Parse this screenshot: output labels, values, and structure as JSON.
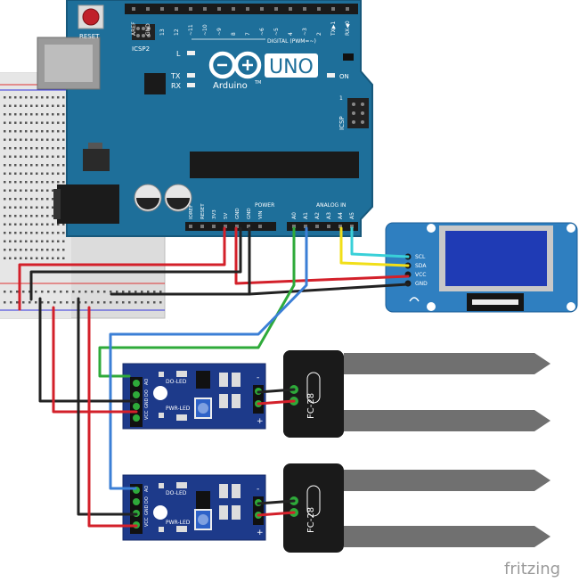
{
  "colors": {
    "board": "#1e6f9a",
    "board_dark": "#17587b",
    "module": "#1d3a8a",
    "oled_pcb": "#2f7fc0",
    "wire_red": "#d3202a",
    "wire_black": "#222222",
    "wire_green": "#2eaa3a",
    "wire_blue": "#3b7fd6",
    "wire_yellow": "#f1df19",
    "wire_cyan": "#39d0d8",
    "probe": "#707070"
  },
  "arduino": {
    "reset_label": "RESET",
    "icsp2_label": "ICSP2",
    "top_pins": [
      "AREF",
      "GND",
      "13",
      "12",
      "~11",
      "~10",
      "~9",
      "8",
      "7",
      "~6",
      "~5",
      "4",
      "~3",
      "2",
      "TX▶1",
      "RX◀0"
    ],
    "digital_label": "DIGITAL (PWM=~)",
    "l_label": "L",
    "tx_label": "TX",
    "rx_label": "RX",
    "uno_label": "UNO",
    "brand_label": "Arduino",
    "tm_label": "TM",
    "on_label": "ON",
    "icsp_label": "ICSP",
    "icsp_num": "1",
    "power_header": [
      "IOREF",
      "RESET",
      "3V3",
      "5V",
      "GND",
      "GND",
      "VIN"
    ],
    "power_label": "POWER",
    "analog_header": [
      "A0",
      "A1",
      "A2",
      "A3",
      "A4",
      "A5"
    ],
    "analog_label": "ANALOG IN"
  },
  "oled": {
    "pins": [
      "SCL",
      "SDA",
      "VCC",
      "GND"
    ]
  },
  "sensor_module_1": {
    "pins": [
      "AO",
      "DO",
      "GND",
      "VCC"
    ],
    "do_led": "DO-LED",
    "pwr_led": "PWR-LED",
    "minus": "-",
    "plus": "+"
  },
  "sensor_module_2": {
    "pins": [
      "AO",
      "DO",
      "GND",
      "VCC"
    ],
    "do_led": "DO-LED",
    "pwr_led": "PWR-LED",
    "minus": "-",
    "plus": "+"
  },
  "probe_1": {
    "label": "FC-28"
  },
  "probe_2": {
    "label": "FC-28"
  },
  "watermark": "fritzing"
}
